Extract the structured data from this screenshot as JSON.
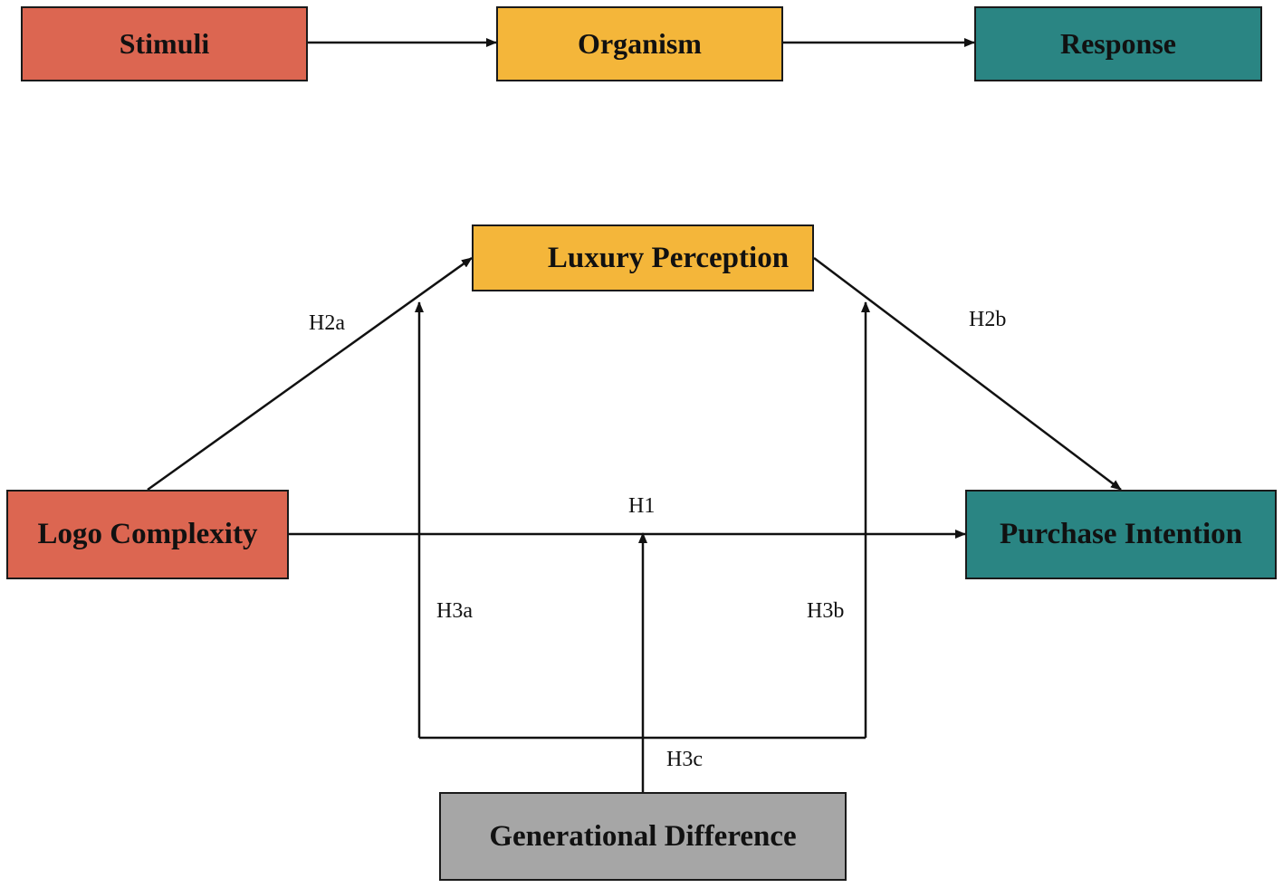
{
  "colors": {
    "stimulus": "#DC6651",
    "organism": "#F4B63A",
    "response": "#2A8583",
    "moderator": "#A6A6A6",
    "stroke": "#111111"
  },
  "framework": {
    "stimuli": "Stimuli",
    "organism": "Organism",
    "response": "Response"
  },
  "model": {
    "luxury_perception": "Luxury Perception",
    "logo_complexity": "Logo Complexity",
    "purchase_intention": "Purchase Intention",
    "generational_difference": "Generational Difference"
  },
  "hypotheses": {
    "h1": "H1",
    "h2a": "H2a",
    "h2b": "H2b",
    "h3a": "H3a",
    "h3b": "H3b",
    "h3c": "H3c"
  }
}
